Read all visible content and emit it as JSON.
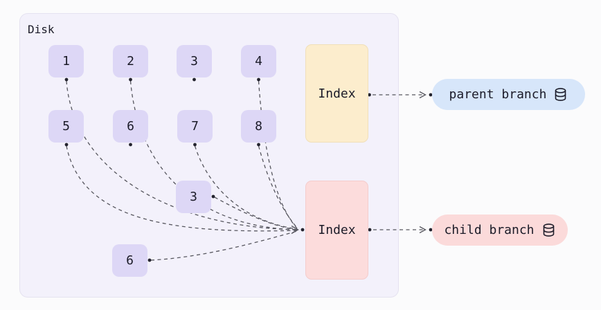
{
  "diagram_title": "Disk",
  "disk": {
    "label": "Disk",
    "pages": [
      {
        "id": "page-1",
        "label": "1"
      },
      {
        "id": "page-2",
        "label": "2"
      },
      {
        "id": "page-3",
        "label": "3"
      },
      {
        "id": "page-4",
        "label": "4"
      },
      {
        "id": "page-5",
        "label": "5"
      },
      {
        "id": "page-6",
        "label": "6"
      },
      {
        "id": "page-7",
        "label": "7"
      },
      {
        "id": "page-8",
        "label": "8"
      },
      {
        "id": "page-3-child",
        "label": "3"
      },
      {
        "id": "page-6-child",
        "label": "6"
      }
    ],
    "indexes": [
      {
        "id": "parent-index",
        "label": "Index"
      },
      {
        "id": "child-index",
        "label": "Index"
      }
    ]
  },
  "branches": [
    {
      "id": "parent-branch",
      "label": "parent branch",
      "icon": "database-icon"
    },
    {
      "id": "child-branch",
      "label": "child branch",
      "icon": "database-icon"
    }
  ],
  "edges": {
    "child_index_sources": [
      "page-1",
      "page-2",
      "page-4",
      "page-5",
      "page-7",
      "page-8",
      "page-3-child",
      "page-6-child"
    ],
    "index_to_branch": [
      {
        "from": "parent-index",
        "to": "parent-branch"
      },
      {
        "from": "child-index",
        "to": "child-branch"
      }
    ]
  },
  "colors": {
    "canvas_bg": "#fbfbfc",
    "panel_fill": "#f3f1fb",
    "panel_border": "#e5e2f0",
    "page_fill": "#ddd7f6",
    "parent_index_fill": "#fcedcd",
    "parent_index_border": "#f0dfb9",
    "child_index_fill": "#fcdcdc",
    "child_index_border": "#f4cccc",
    "parent_branch_fill": "#d7e6fa",
    "child_branch_fill": "#fbdada",
    "edge_color": "#56565e",
    "dot_color": "#23232e",
    "text_color": "#1b1b28"
  }
}
